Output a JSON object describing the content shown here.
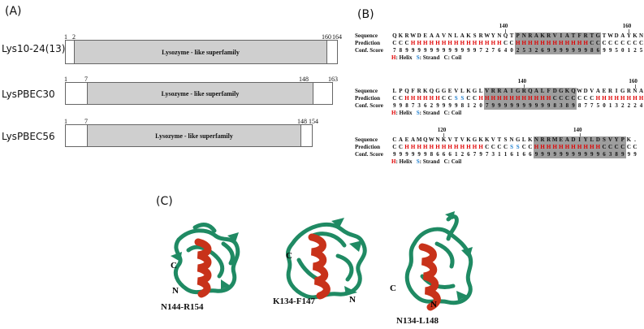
{
  "panelA": {
    "label": "(A)",
    "domain_label": "Lysozyme - like superfamily",
    "proteins": [
      {
        "name": "Lys10-24(13)",
        "ticks": [
          "1",
          "2",
          "160",
          "164"
        ]
      },
      {
        "name": "LysPBEC30",
        "ticks": [
          "1",
          "7",
          "148",
          "163"
        ]
      },
      {
        "name": "LysPBEC56",
        "ticks": [
          "1",
          "7",
          "148",
          "154"
        ]
      }
    ]
  },
  "panelB": {
    "label": "(B)",
    "row_labels": {
      "sequence": "Sequence",
      "prediction": "Prediction",
      "score": "Conf. Score"
    },
    "legend": {
      "helix_key": "H",
      "helix": ": Helix",
      "strand_key": "S",
      "strand": ": Strand",
      "coil_key": "C",
      "coil": ": Coil"
    },
    "blocks": [
      {
        "marks": [
          {
            "text": "140",
            "index": 18
          },
          {
            "text": "160",
            "index": 38
          }
        ],
        "highlight": [
          20,
          33
        ],
        "sequence": "QKRWDEAAVNLAKSRWYNQTPNRAKRVIATFRTGTWDAYKN",
        "prediction": "CCCHHHHHHHHHHHHHHHCCHHHHHHHHHHHHCCCCCCCCC",
        "score": "78999999999999727640253269999999869950125 8"
      },
      {
        "marks": [
          {
            "text": "140",
            "index": 21
          },
          {
            "text": "160",
            "index": 39
          }
        ],
        "highlight": [
          15,
          29
        ],
        "sequence": "LPQFRKQGGEVLKGLVRRAIGRQALFDGKQWDVAERIGRNA.",
        "prediction": "CCHHHHHHCCSSCCHHHHHHHHHHHHCCCCCCCHHHHHHHHH",
        "score": "998736299998120799999999998389877501322244"
      },
      {
        "marks": [
          {
            "text": "120",
            "index": 8
          },
          {
            "text": "140",
            "index": 30
          }
        ],
        "highlight": [
          23,
          37
        ],
        "sequence": "CAEAMQWNKVTVKGKKVTSNGLKNRRMEADIYLDSVYPK.",
        "prediction": "CCHHHHHHHHHHHHHCCCCSSCCHHHHHHHHHHHCCCCCC",
        "score": "9999998666126797311616699999999999638999"
      }
    ]
  },
  "panelC": {
    "label": "(C)",
    "structures": [
      {
        "caption": "N144-R154",
        "c_label": "C",
        "n_label": "N"
      },
      {
        "caption": "K134-F147",
        "c_label": "C",
        "n_label": "N"
      },
      {
        "caption": "N134-L148",
        "c_label": "C",
        "n_label": "N"
      }
    ]
  },
  "colors": {
    "helix_ribbon": "#c8321a",
    "coil_ribbon": "#1f8a63",
    "domain_fill": "#cfcfcf",
    "highlight": "#9e9e9e",
    "helix_text": "#e00000",
    "strand_text": "#1e7fd0"
  }
}
